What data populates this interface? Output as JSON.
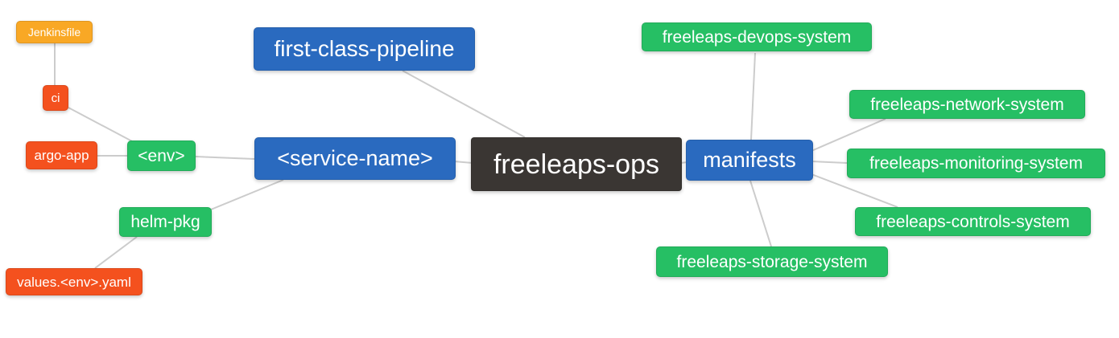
{
  "diagram": {
    "type": "mindmap",
    "background": "#ffffff",
    "edge_color": "#cccccc",
    "colors": {
      "blue": "#2a6abf",
      "green": "#26bf64",
      "red_orange": "#f4511e",
      "orange": "#f9a825",
      "dark": "#3a3633",
      "text": "#ffffff"
    },
    "root": "freeleaps-ops",
    "nodes": {
      "jenkinsfile": {
        "label": "Jenkinsfile",
        "color": "#f9a825"
      },
      "ci": {
        "label": "ci",
        "color": "#f4511e"
      },
      "argo_app": {
        "label": "argo-app",
        "color": "#f4511e"
      },
      "env": {
        "label": "<env>",
        "color": "#26bf64"
      },
      "helm_pkg": {
        "label": "helm-pkg",
        "color": "#26bf64"
      },
      "values_env_yaml": {
        "label": "values.<env>.yaml",
        "color": "#f4511e"
      },
      "first_class_pipeline": {
        "label": "first-class-pipeline",
        "color": "#2a6abf"
      },
      "service_name": {
        "label": "<service-name>",
        "color": "#2a6abf"
      },
      "freeleaps_ops": {
        "label": "freeleaps-ops",
        "color": "#3a3633"
      },
      "manifests": {
        "label": "manifests",
        "color": "#2a6abf"
      },
      "devops_system": {
        "label": "freeleaps-devops-system",
        "color": "#26bf64"
      },
      "network_system": {
        "label": "freeleaps-network-system",
        "color": "#26bf64"
      },
      "monitoring_system": {
        "label": "freeleaps-monitoring-system",
        "color": "#26bf64"
      },
      "controls_system": {
        "label": "freeleaps-controls-system",
        "color": "#26bf64"
      },
      "storage_system": {
        "label": "freeleaps-storage-system",
        "color": "#26bf64"
      }
    },
    "edges": [
      [
        "jenkinsfile",
        "ci"
      ],
      [
        "ci",
        "env"
      ],
      [
        "argo_app",
        "env"
      ],
      [
        "env",
        "service_name"
      ],
      [
        "service_name",
        "helm_pkg"
      ],
      [
        "helm_pkg",
        "values_env_yaml"
      ],
      [
        "first_class_pipeline",
        "freeleaps_ops"
      ],
      [
        "service_name",
        "freeleaps_ops"
      ],
      [
        "freeleaps_ops",
        "manifests"
      ],
      [
        "manifests",
        "devops_system"
      ],
      [
        "manifests",
        "network_system"
      ],
      [
        "manifests",
        "monitoring_system"
      ],
      [
        "manifests",
        "controls_system"
      ],
      [
        "manifests",
        "storage_system"
      ]
    ]
  }
}
